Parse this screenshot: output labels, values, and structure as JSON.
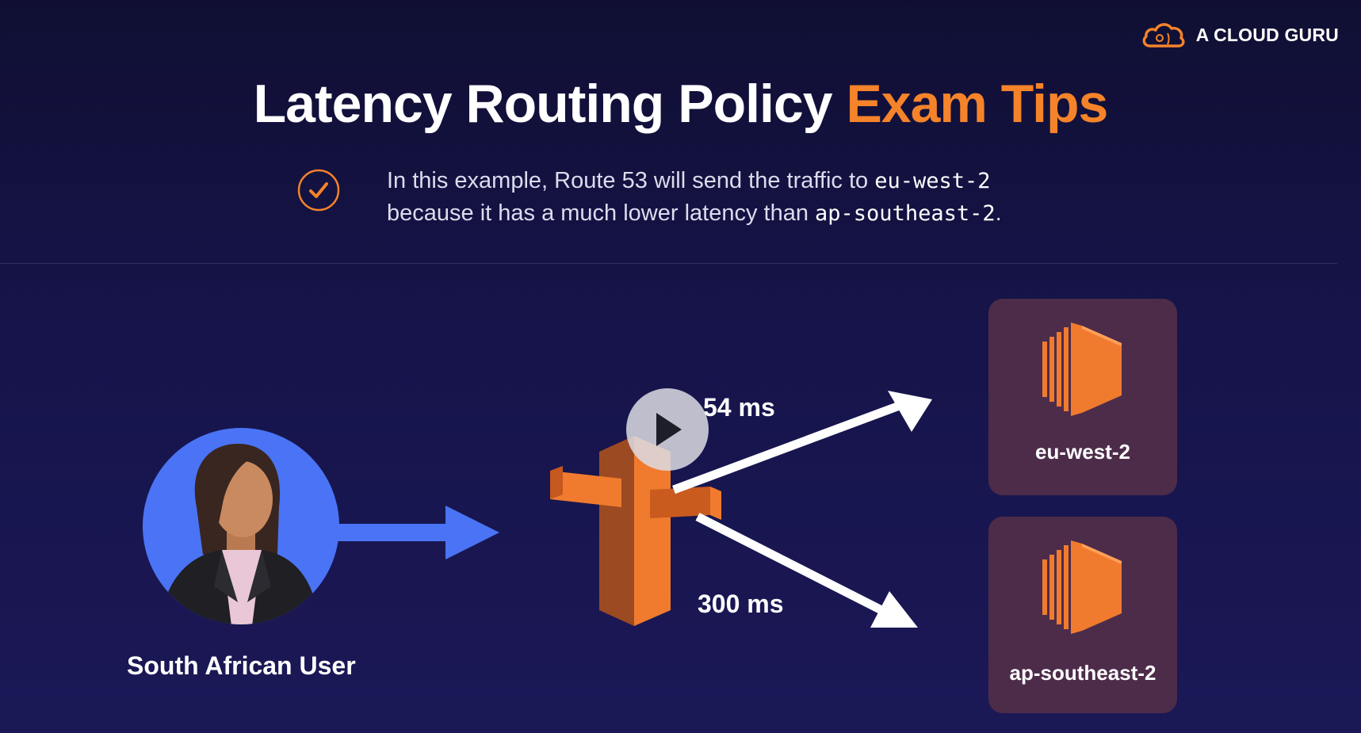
{
  "brand": {
    "name": "A CLOUD GURU",
    "logo_icon": "cloud-guru-logo-icon"
  },
  "title": {
    "main": "Latency Routing Policy",
    "accent": "Exam Tips"
  },
  "tip": {
    "icon": "check-circle-icon",
    "line1_text": "In this example, Route 53 will send the traffic to ",
    "line1_code": "eu-west-2",
    "line2_text": "because it has a much lower latency than ",
    "line2_code": "ap-southeast-2",
    "line2_end": "."
  },
  "diagram": {
    "user_label": "South African User",
    "latency_eu": "54 ms",
    "latency_ap": "300 ms",
    "regions": [
      {
        "label": "eu-west-2"
      },
      {
        "label": "ap-southeast-2"
      }
    ]
  },
  "player": {
    "play_icon": "play-icon"
  },
  "colors": {
    "accent": "#f5832a",
    "background": "#16144a",
    "user_arrow": "#4a74f5",
    "region_card": "#4d2c4a"
  }
}
